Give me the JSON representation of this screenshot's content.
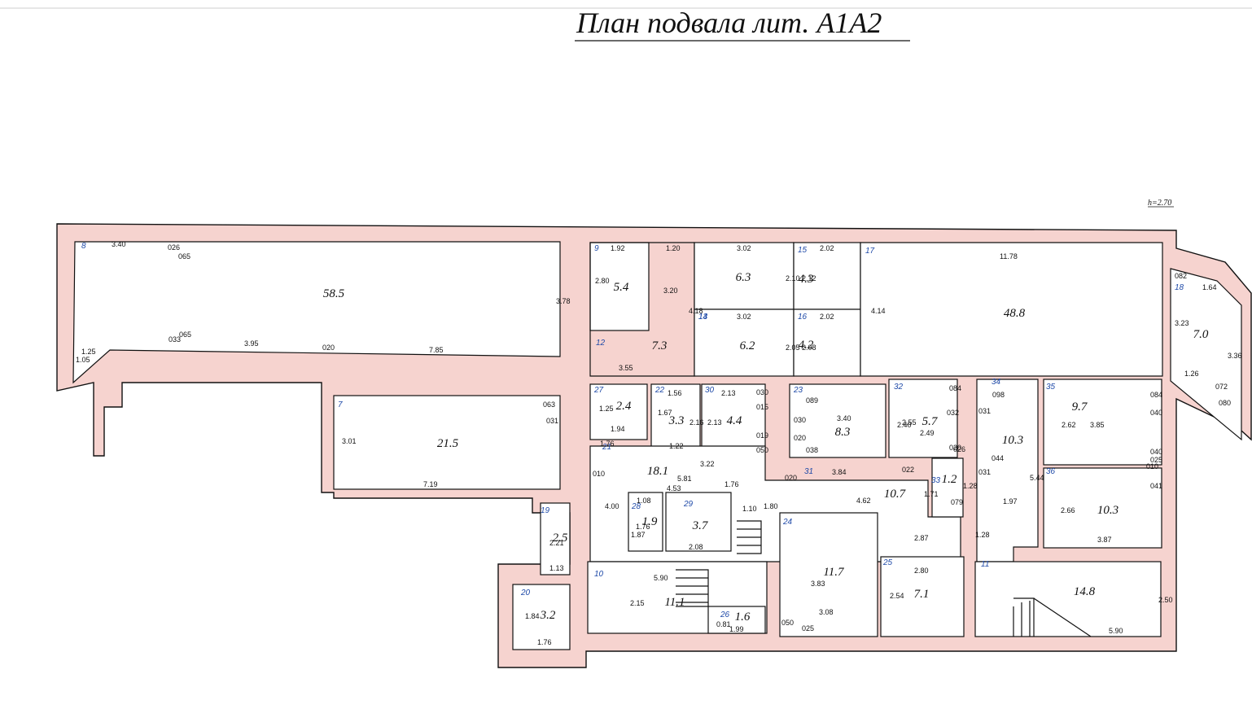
{
  "title": "План подвала лит. А1А2",
  "height_label": "h=2.70",
  "rooms": [
    {
      "num": "8",
      "area": "58.5"
    },
    {
      "num": "7",
      "area": "21.5"
    },
    {
      "num": "9",
      "area": "5.4"
    },
    {
      "num": "12",
      "area": "7.3"
    },
    {
      "num": "13",
      "area": "6.3"
    },
    {
      "num": "14",
      "area": "6.2"
    },
    {
      "num": "15",
      "area": "4.3"
    },
    {
      "num": "16",
      "area": "4.2"
    },
    {
      "num": "17",
      "area": "48.8"
    },
    {
      "num": "18",
      "area": "7.0"
    },
    {
      "num": "27",
      "area": "2.4"
    },
    {
      "num": "22",
      "area": "3.3"
    },
    {
      "num": "30",
      "area": "4.4"
    },
    {
      "num": "23",
      "area": "8.3"
    },
    {
      "num": "32",
      "area": "5.7"
    },
    {
      "num": "34",
      "area": "10.3"
    },
    {
      "num": "35",
      "area": "9.7"
    },
    {
      "num": "36",
      "area": "10.3"
    },
    {
      "num": "21",
      "area": "18.1"
    },
    {
      "num": "31",
      "area": "10.7"
    },
    {
      "num": "33",
      "area": "1.2"
    },
    {
      "num": "28",
      "area": "1.9"
    },
    {
      "num": "29",
      "area": "3.7"
    },
    {
      "num": "19",
      "area": "2.5"
    },
    {
      "num": "20",
      "area": "3.2"
    },
    {
      "num": "10",
      "area": "11.1"
    },
    {
      "num": "26",
      "area": "1.6"
    },
    {
      "num": "24",
      "area": "11.7"
    },
    {
      "num": "25",
      "area": "7.1"
    },
    {
      "num": "11",
      "area": "14.8"
    }
  ],
  "dimensions": [
    "3.40",
    "026",
    "065",
    "3.78",
    "033",
    "065",
    "3.95",
    "020",
    "7.85",
    "1.25",
    "1.05",
    "063",
    "031",
    "3.01",
    "7.19",
    "1.92",
    "2.80",
    "1.20",
    "3.20",
    "4.18",
    "3.02",
    "2.10",
    "2.12",
    "2.02",
    "3.02",
    "2.05",
    "2.08",
    "2.02",
    "4.14",
    "11.78",
    "082",
    "1.64",
    "3.23",
    "3.36",
    "1.26",
    "072",
    "080",
    "3.55",
    "1.25",
    "1.94",
    "1.56",
    "1.67",
    "2.16",
    "2.13",
    "2.13",
    "030",
    "015",
    "019",
    "050",
    "089",
    "3.40",
    "030",
    "020",
    "038",
    "2.55",
    "084",
    "2.40",
    "032",
    "2.49",
    "098",
    "031",
    "084",
    "040",
    "2.62",
    "3.85",
    "044",
    "031",
    "025",
    "040",
    "010",
    "041",
    "2.66",
    "3.87",
    "5.44",
    "1.97",
    "1.76",
    "1.22",
    "3.22",
    "010",
    "3.84",
    "020",
    "022",
    "020",
    "026",
    "1.71",
    "1.28",
    "079",
    "5.81",
    "4.53",
    "1.08",
    "1.76",
    "1.87",
    "4.00",
    "1.76",
    "1.10",
    "1.80",
    "2.08",
    "4.62",
    "2.87",
    "1.28",
    "2.80",
    "2.54",
    "3.83",
    "3.08",
    "050",
    "025",
    "2.21",
    "1.13",
    "1.84",
    "1.76",
    "5.90",
    "2.15",
    "0.81",
    "1.99",
    "2.50",
    "5.90"
  ],
  "colors": {
    "wall_fill": "#f6d3cf",
    "room_number": "#1f4aa8",
    "line": "#111111"
  }
}
